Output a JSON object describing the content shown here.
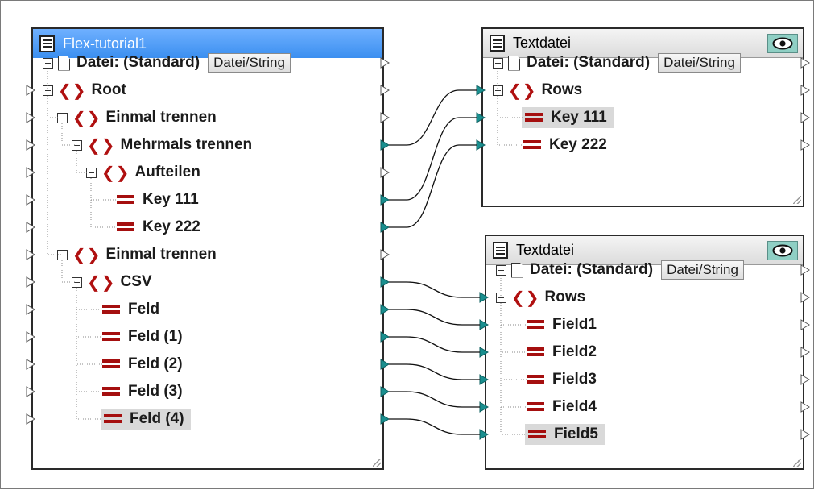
{
  "source": {
    "title": "Flex-tutorial1",
    "rows": [
      {
        "label": "Datei: (Standard)",
        "kind": "file",
        "button": "Datei/String"
      },
      {
        "label": "Root",
        "kind": "element"
      },
      {
        "label": "Einmal trennen",
        "kind": "element"
      },
      {
        "label": "Mehrmals trennen",
        "kind": "element"
      },
      {
        "label": "Aufteilen",
        "kind": "element"
      },
      {
        "label": "Key 111",
        "kind": "attribute"
      },
      {
        "label": "Key 222",
        "kind": "attribute"
      },
      {
        "label": "Einmal trennen",
        "kind": "element"
      },
      {
        "label": "CSV",
        "kind": "element"
      },
      {
        "label": "Feld",
        "kind": "attribute"
      },
      {
        "label": "Feld (1)",
        "kind": "attribute"
      },
      {
        "label": "Feld (2)",
        "kind": "attribute"
      },
      {
        "label": "Feld (3)",
        "kind": "attribute"
      },
      {
        "label": "Feld (4)",
        "kind": "attribute",
        "highlighted": true
      }
    ]
  },
  "target1": {
    "title": "Textdatei",
    "rows": [
      {
        "label": "Datei: (Standard)",
        "kind": "file",
        "button": "Datei/String"
      },
      {
        "label": "Rows",
        "kind": "element"
      },
      {
        "label": "Key 111",
        "kind": "attribute",
        "highlighted": true
      },
      {
        "label": "Key 222",
        "kind": "attribute"
      }
    ]
  },
  "target2": {
    "title": "Textdatei",
    "rows": [
      {
        "label": "Datei: (Standard)",
        "kind": "file",
        "button": "Datei/String"
      },
      {
        "label": "Rows",
        "kind": "element"
      },
      {
        "label": "Field1",
        "kind": "attribute"
      },
      {
        "label": "Field2",
        "kind": "attribute"
      },
      {
        "label": "Field3",
        "kind": "attribute"
      },
      {
        "label": "Field4",
        "kind": "attribute"
      },
      {
        "label": "Field5",
        "kind": "attribute",
        "highlighted": true
      }
    ]
  },
  "connections": [
    {
      "from": "source.3",
      "to": "target1.1"
    },
    {
      "from": "source.5",
      "to": "target1.2"
    },
    {
      "from": "source.6",
      "to": "target1.3"
    },
    {
      "from": "source.8",
      "to": "target2.1"
    },
    {
      "from": "source.9",
      "to": "target2.2"
    },
    {
      "from": "source.10",
      "to": "target2.3"
    },
    {
      "from": "source.11",
      "to": "target2.4"
    },
    {
      "from": "source.12",
      "to": "target2.5"
    },
    {
      "from": "source.13",
      "to": "target2.6"
    }
  ],
  "colors": {
    "header_active": "#4a9af5",
    "connector": "#1a8f8f",
    "element_icon": "#b01010",
    "highlight": "#d9d9d9"
  },
  "icons": {
    "component": "document-icon",
    "file": "file-icon",
    "element": "element-brackets-icon",
    "attribute": "attribute-bars-icon",
    "preview": "eye-icon",
    "collapse": "collapse-toggle-icon",
    "connector_in": "input-connector-icon",
    "connector_out": "output-connector-icon"
  }
}
